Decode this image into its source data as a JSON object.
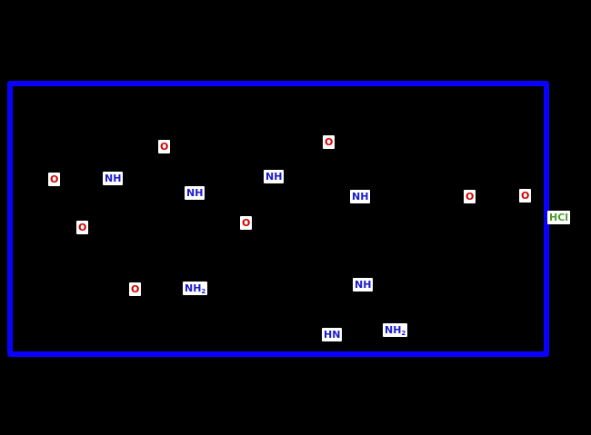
{
  "colors": {
    "background": "#000000",
    "frame": "#0a00ff",
    "oxygen": "#d40000",
    "nitrogen": "#1a1ad0",
    "chlorine": "#4f9a2d",
    "label_background": "#ffffff"
  },
  "counterion": "HCl",
  "atoms": [
    {
      "symbol": "O",
      "element": "oxygen"
    },
    {
      "symbol": "O",
      "element": "oxygen"
    },
    {
      "symbol": "O",
      "element": "oxygen"
    },
    {
      "symbol": "O",
      "element": "oxygen"
    },
    {
      "symbol": "O",
      "element": "oxygen"
    },
    {
      "symbol": "O",
      "element": "oxygen"
    },
    {
      "symbol": "O",
      "element": "oxygen"
    },
    {
      "symbol": "O",
      "element": "oxygen"
    },
    {
      "symbol": "NH",
      "element": "nitrogen"
    },
    {
      "symbol": "NH",
      "element": "nitrogen"
    },
    {
      "symbol": "NH",
      "element": "nitrogen"
    },
    {
      "symbol": "NH",
      "element": "nitrogen"
    },
    {
      "symbol": "NH",
      "element": "nitrogen"
    },
    {
      "symbol": "HN",
      "element": "nitrogen"
    },
    {
      "symbol": "NH",
      "subscript": "2",
      "element": "nitrogen"
    },
    {
      "symbol": "NH",
      "subscript": "2",
      "element": "nitrogen"
    }
  ]
}
